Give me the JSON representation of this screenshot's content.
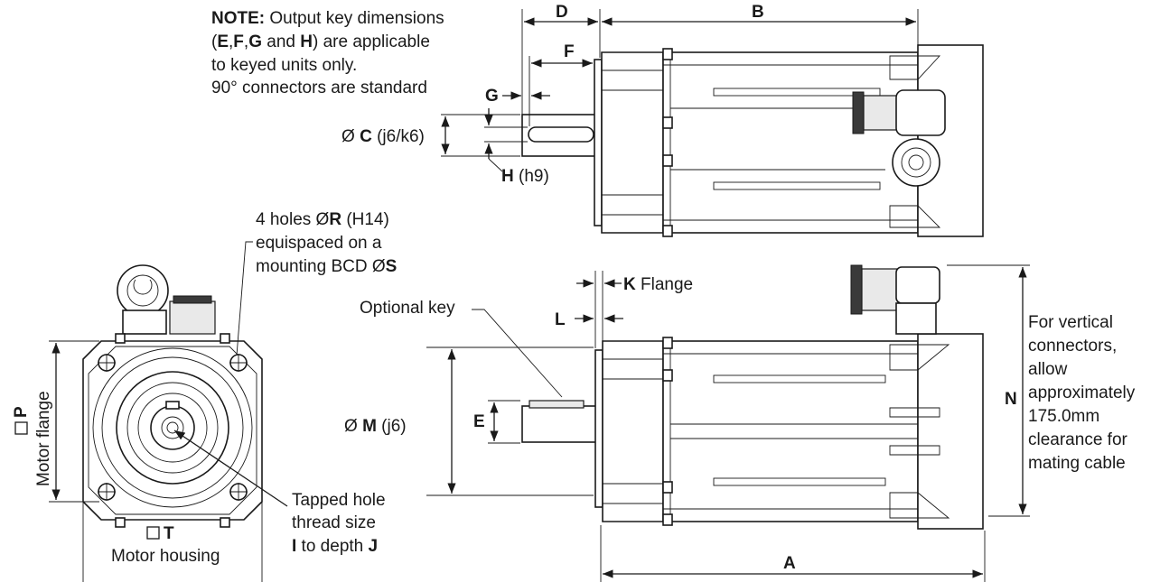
{
  "note": {
    "line1_bold": "NOTE:",
    "line1_rest": " Output key dimensions",
    "line2": [
      "(",
      "E",
      ",",
      "F",
      ",",
      "G",
      " and ",
      "H",
      ") are applicable"
    ],
    "line3": "to keyed units only.",
    "line4": "90°  connectors are standard"
  },
  "top_view": {
    "dim_D": "D",
    "dim_B": "B",
    "dim_F": "F",
    "dim_G": "G",
    "dim_C_prefix": "Ø",
    "dim_C": "C",
    "dim_C_tol": " (j6/k6)",
    "dim_H": "H",
    "dim_H_tol": " (h9)"
  },
  "front_view": {
    "holes_line1_pre": "4 holes Ø",
    "holes_line1_R": "R",
    "holes_line1_tol": " (H14)",
    "holes_line2": "equispaced on a",
    "holes_line3_pre": "mounting BCD Ø",
    "holes_line3_S": "S",
    "dim_P": "P",
    "flange_label": "Motor flange",
    "dim_T": "T",
    "housing_label": "Motor housing",
    "tapped_line1": "Tapped hole",
    "tapped_line2": "thread size",
    "tapped_line3_I": "I",
    "tapped_line3_mid": " to depth ",
    "tapped_line3_J": "J"
  },
  "side_view": {
    "dim_K": "K",
    "dim_K_label": " Flange",
    "dim_L": "L",
    "optional_key": "Optional key",
    "dim_M_prefix": "Ø",
    "dim_M": "M",
    "dim_M_tol": " (j6)",
    "dim_E": "E",
    "dim_A": "A",
    "dim_N": "N",
    "clearance": [
      "For vertical",
      "connectors,",
      "allow",
      "approximately",
      "175.0mm",
      "clearance for",
      "mating cable"
    ]
  }
}
